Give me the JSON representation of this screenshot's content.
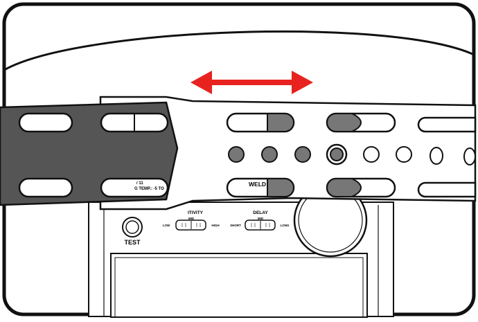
{
  "diagram": {
    "controls": {
      "sensitivity": {
        "title": "SENSITIVITY",
        "title_visible": "ITIVITY",
        "mid": "MID",
        "low": "LOW",
        "high": "HIGH"
      },
      "delay": {
        "title": "DELAY",
        "mid": "MID",
        "short": "SHORT",
        "long": "LONG"
      },
      "test_button_label": "TEST"
    },
    "strap_label": {
      "line1": "/ 11",
      "line2": "G TEMP.: -5 TO"
    },
    "weld_label": "WELD",
    "arrow_meaning": "adjust-left-right",
    "colors": {
      "arrow": "#e8231f",
      "strap": "#555555",
      "outline": "#111111",
      "slot_fill": "#777777"
    }
  }
}
